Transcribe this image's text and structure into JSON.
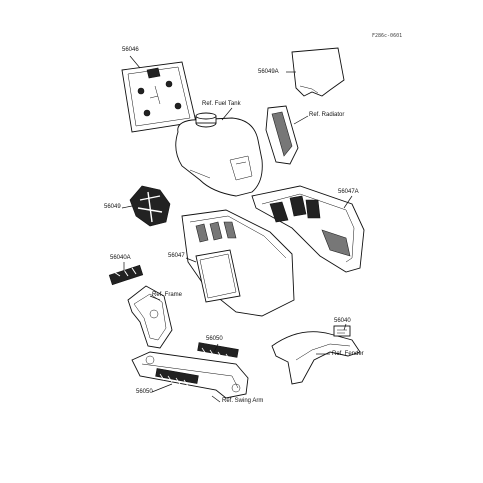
{
  "diagram": {
    "code": "F286c-0601",
    "parts": [
      {
        "id": "p56046",
        "label": "56046"
      },
      {
        "id": "p56049a",
        "label": "56049A"
      },
      {
        "id": "p56049",
        "label": "56049"
      },
      {
        "id": "p56047a",
        "label": "56047A"
      },
      {
        "id": "p56047",
        "label": "56047"
      },
      {
        "id": "p56040a",
        "label": "56040A"
      },
      {
        "id": "p56050a",
        "label": "56050"
      },
      {
        "id": "p56050b",
        "label": "56050"
      },
      {
        "id": "p56040",
        "label": "56040"
      }
    ],
    "refs": [
      {
        "id": "fuel-tank",
        "label": "Ref. Fuel Tank"
      },
      {
        "id": "radiator",
        "label": "Ref. Radiator"
      },
      {
        "id": "frame",
        "label": "Ref. Frame"
      },
      {
        "id": "fender",
        "label": "Ref. Fender"
      },
      {
        "id": "swing-arm",
        "label": "Ref. Swing Arm"
      }
    ]
  }
}
